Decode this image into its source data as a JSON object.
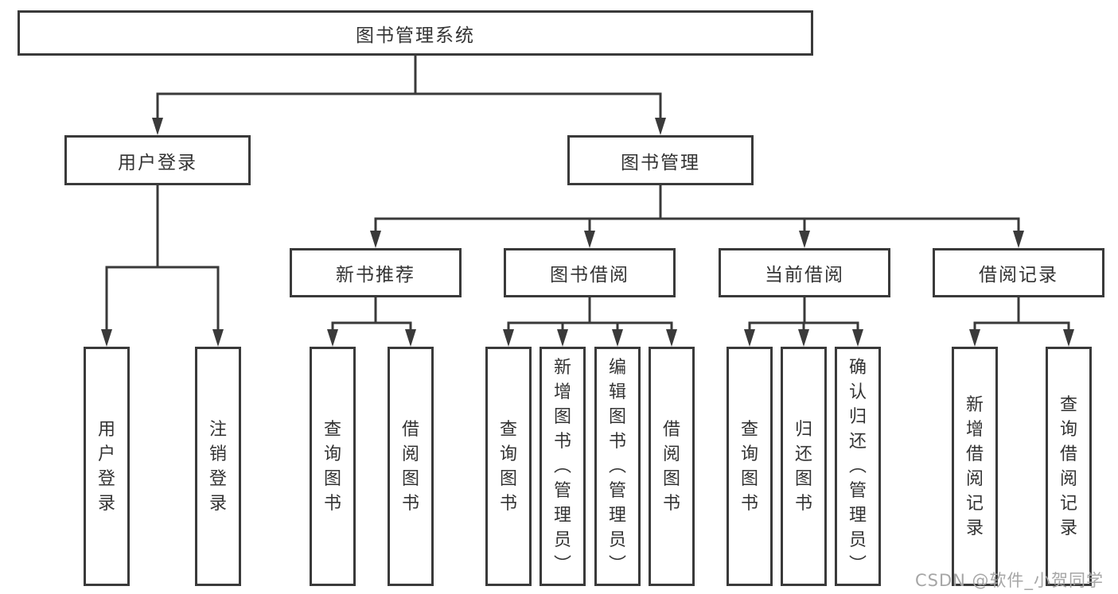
{
  "nodes": {
    "root": "图书管理系统",
    "user_login": "用户登录",
    "book_mgmt": "图书管理",
    "new_books": "新书推荐",
    "book_borrow": "图书借阅",
    "current_borrow": "当前借阅",
    "borrow_records": "借阅记录",
    "ul_user_login": "用户登录",
    "ul_logout": "注销登录",
    "nb_search_books": "查询图书",
    "nb_borrow_books": "借阅图书",
    "bb_search_books": "查询图书",
    "bb_add_books": "新增图书（管理员）",
    "bb_edit_books": "编辑图书（管理员）",
    "bb_borrow_books": "借阅图书",
    "cb_search_books": "查询图书",
    "cb_return_books": "归还图书",
    "cb_confirm_return": "确认归还（管理员）",
    "br_add_record": "新增借阅记录",
    "br_search_record": "查询借阅记录"
  },
  "tree": {
    "图书管理系统": {
      "用户登录": [
        "用户登录",
        "注销登录"
      ],
      "图书管理": {
        "新书推荐": [
          "查询图书",
          "借阅图书"
        ],
        "图书借阅": [
          "查询图书",
          "新增图书（管理员）",
          "编辑图书（管理员）",
          "借阅图书"
        ],
        "当前借阅": [
          "查询图书",
          "归还图书",
          "确认归还（管理员）"
        ],
        "借阅记录": [
          "新增借阅记录",
          "查询借阅记录"
        ]
      }
    }
  },
  "colors": {
    "line": "#3a3a3a",
    "text": "#333333",
    "watermark": "#a6a6a6",
    "background": "#ffffff"
  },
  "watermark": "CSDN @软件_小贺同学"
}
